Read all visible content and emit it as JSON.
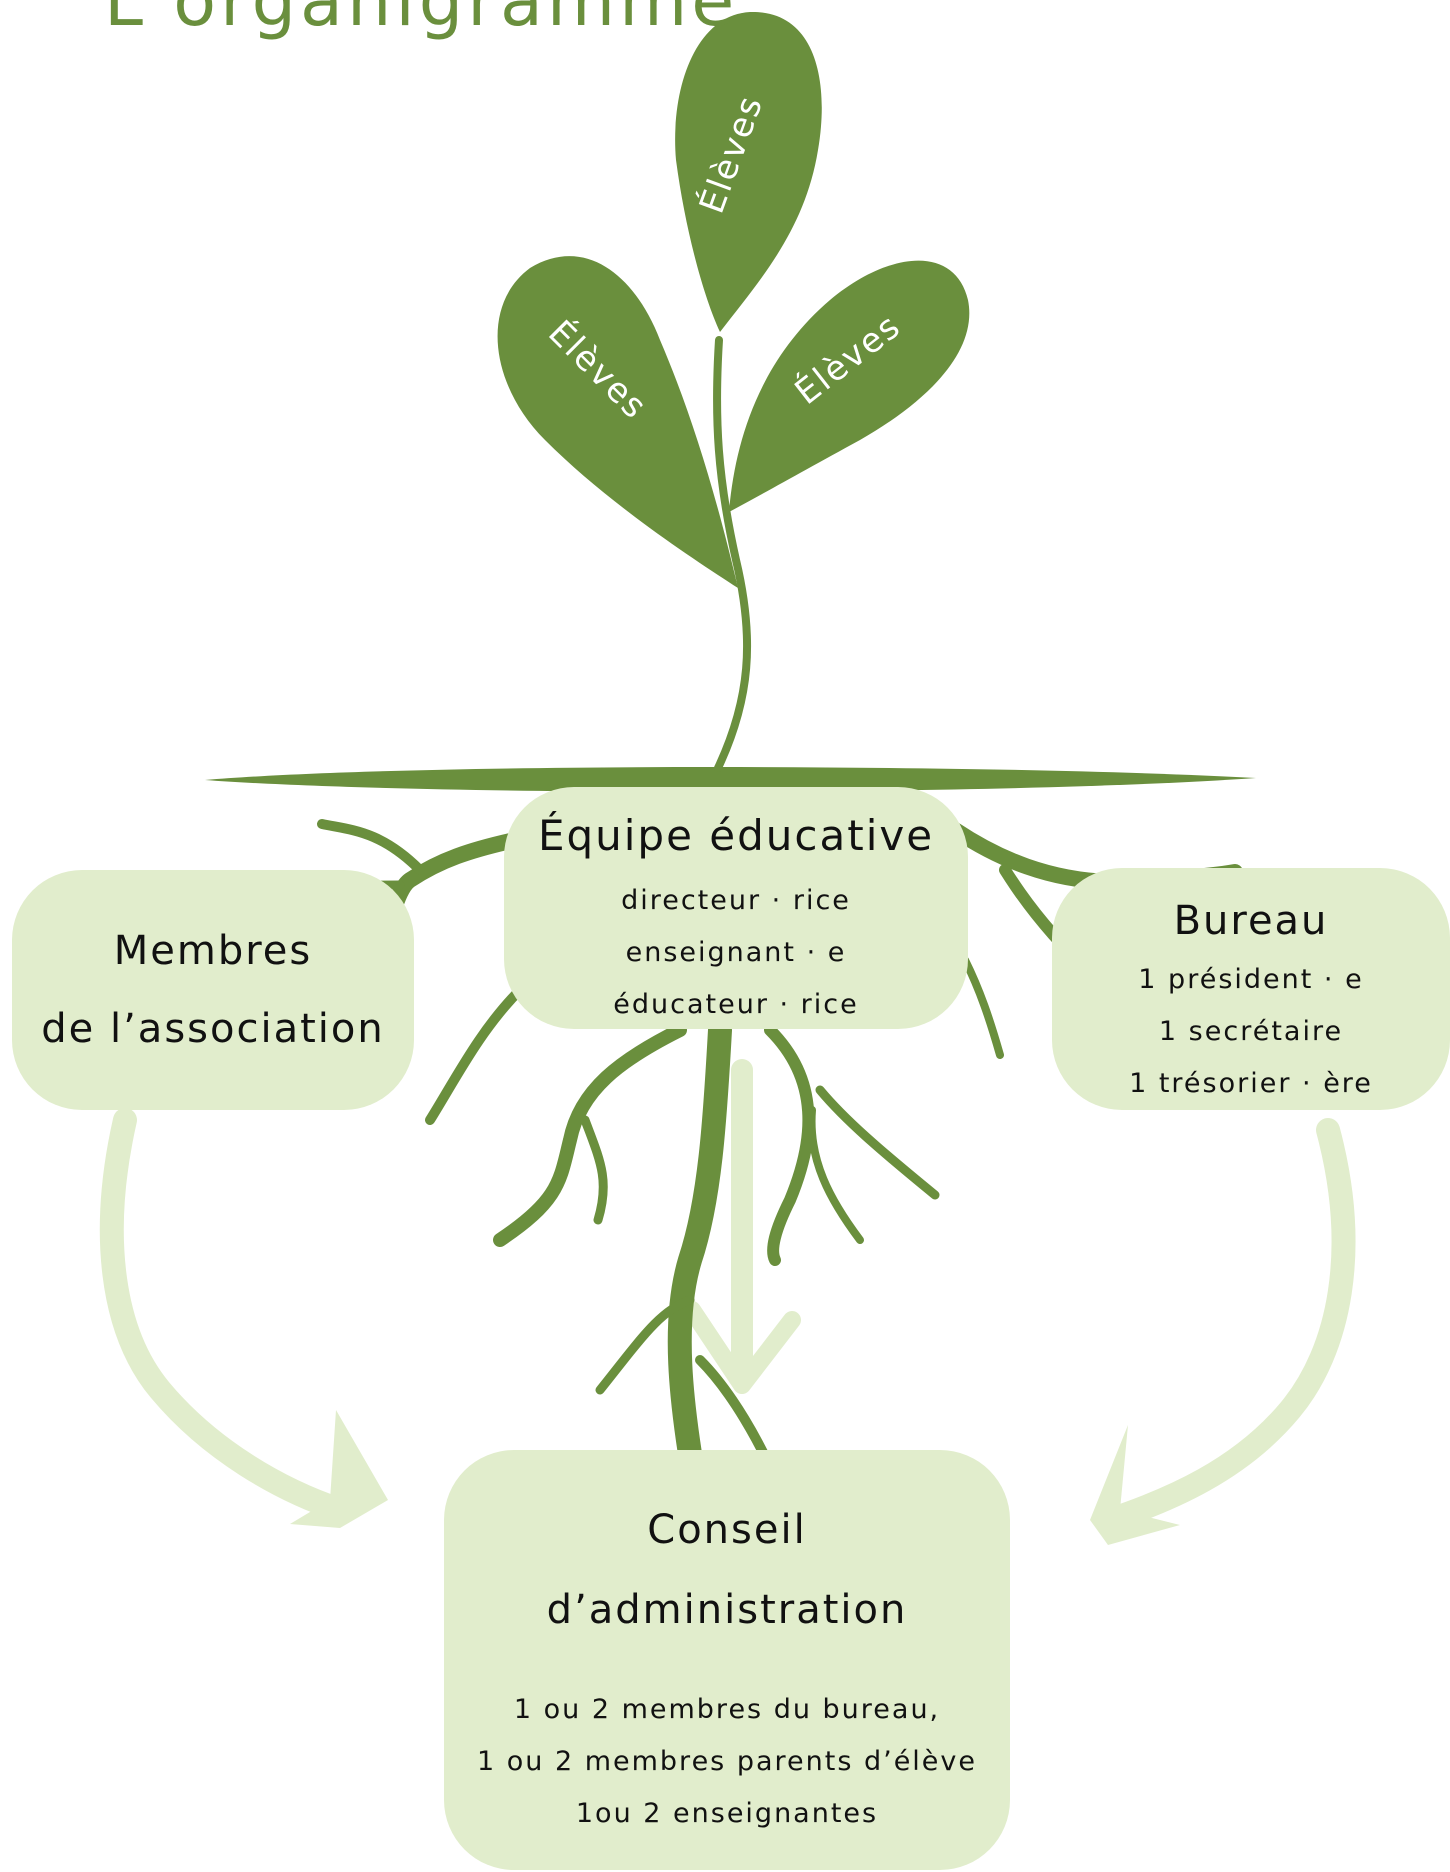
{
  "title": "L’organigramme",
  "colors": {
    "leaf_green": "#6a8f3d",
    "box_fill": "#e1edcc",
    "arrow_fill": "#e1edcc",
    "text": "#111111"
  },
  "leaves": [
    "Élèves",
    "Élèves",
    "Élèves"
  ],
  "boxes": {
    "members": {
      "title_line1": "Membres",
      "title_line2": "de l’association"
    },
    "equipe": {
      "title": "Équipe éducative",
      "lines": [
        "directeur · rice",
        "enseignant · e",
        "éducateur · rice"
      ]
    },
    "bureau": {
      "title": "Bureau",
      "lines": [
        "1 président · e",
        "1 secrétaire",
        "1 trésorier · ère"
      ]
    },
    "conseil": {
      "title_line1": "Conseil",
      "title_line2": "d’administration",
      "lines": [
        "1 ou 2 membres du bureau,",
        "1 ou 2 membres parents d’élève",
        "1ou 2 enseignantes"
      ]
    }
  }
}
